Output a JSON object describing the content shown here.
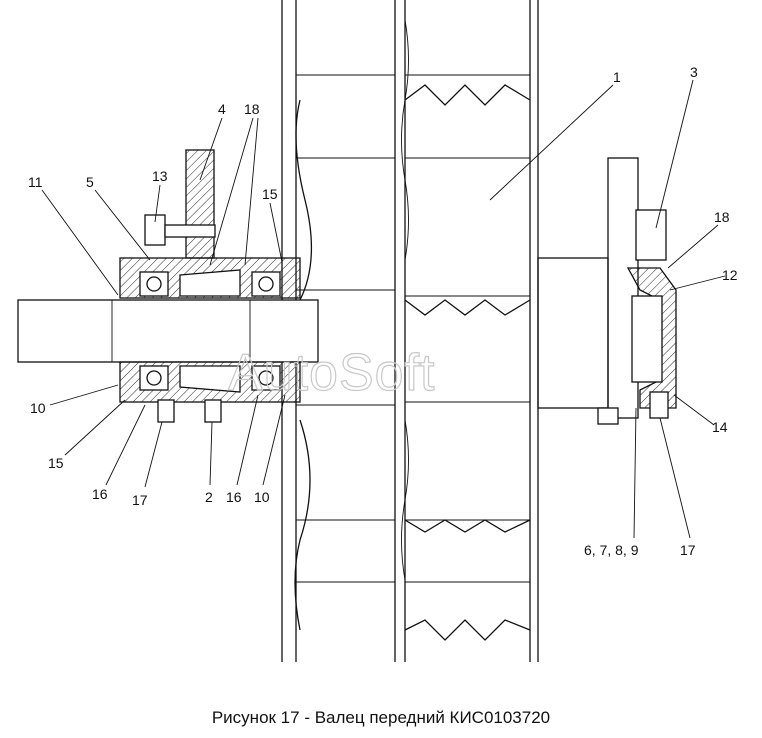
{
  "caption": "Рисунок 17 - Валец передний КИС0103720",
  "watermark": "AutoSoft",
  "callouts": {
    "c1": "1",
    "c3": "3",
    "c4": "4",
    "c18a": "18",
    "c18b": "18",
    "c11": "11",
    "c5": "5",
    "c13": "13",
    "c15a": "15",
    "c12": "12",
    "c10a": "10",
    "c15b": "15",
    "c16a": "16",
    "c17a": "17",
    "c2": "2",
    "c16b": "16",
    "c10b": "10",
    "c14": "14",
    "c6789": "6, 7, 8, 9",
    "c17b": "17"
  }
}
